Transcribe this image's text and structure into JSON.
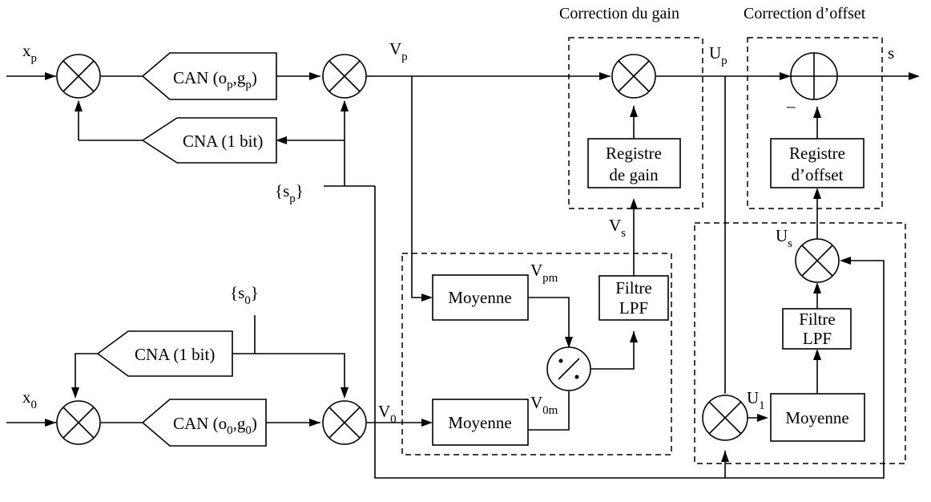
{
  "blocks": {
    "can_p": {
      "label": "CAN (o",
      "sub1": "p",
      "sep": ",g",
      "sub2": "p",
      "close": ")"
    },
    "cna_p": {
      "label": "CNA (1 bit)"
    },
    "can_0": {
      "label": "CAN (o",
      "sub1": "0",
      "sep": ",g",
      "sub2": "0",
      "close": ")"
    },
    "cna_0": {
      "label": "CNA (1 bit)"
    },
    "registre_gain": {
      "line1": "Registre",
      "line2": "de gain"
    },
    "registre_offset": {
      "line1": "Registre",
      "line2": "d’offset"
    },
    "moyenne_top": {
      "label": "Moyenne"
    },
    "moyenne_bottom": {
      "label": "Moyenne"
    },
    "moyenne_offset": {
      "label": "Moyenne"
    },
    "filtre_gain": {
      "line1": "Filtre",
      "line2": "LPF"
    },
    "filtre_offset": {
      "line1": "Filtre",
      "line2": "LPF"
    }
  },
  "groups": {
    "gain_title": "Correction du gain",
    "offset_title": "Correction d’offset"
  },
  "signals": {
    "xp": {
      "main": "x",
      "sub": "p"
    },
    "x0": {
      "main": "x",
      "sub": "0"
    },
    "vp": {
      "main": "V",
      "sub": "p"
    },
    "v0": {
      "main": "V",
      "sub": "0"
    },
    "up": {
      "main": "U",
      "sub": "p"
    },
    "s": "s",
    "sp": {
      "open": "{s",
      "sub": "p",
      "close": "}"
    },
    "s0": {
      "open": "{s",
      "sub": "0",
      "close": "}"
    },
    "vpm": {
      "main": "V",
      "sub": "pm"
    },
    "v0m": {
      "main": "V",
      "sub": "0m"
    },
    "vs": {
      "main": "V",
      "sub": "s"
    },
    "us": {
      "main": "U",
      "sub": "s"
    },
    "u1": {
      "main": "U",
      "sub": "1"
    },
    "minus": "–"
  }
}
